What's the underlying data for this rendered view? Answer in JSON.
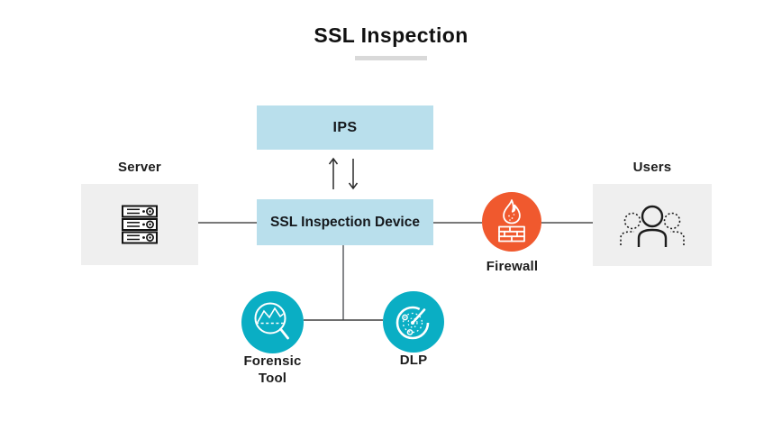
{
  "title": "SSL Inspection",
  "nodes": {
    "ips": {
      "label": "IPS"
    },
    "ssl_device": {
      "label": "SSL Inspection Device"
    },
    "server": {
      "label": "Server"
    },
    "users": {
      "label": "Users"
    },
    "firewall": {
      "label": "Firewall"
    },
    "forensic_tool": {
      "label_line1": "Forensic",
      "label_line2": "Tool"
    },
    "dlp": {
      "label": "DLP"
    }
  },
  "icons": {
    "server": "server-rack-icon",
    "users": "user-group-icon",
    "firewall": "flame-over-brick-wall-icon",
    "forensic_tool": "magnifier-over-chart-icon",
    "dlp": "radar-scan-icon"
  },
  "colors": {
    "node_fill_blue": "#b9dfec",
    "panel_gray": "#efefef",
    "badge_teal": "#0aaec4",
    "badge_orange": "#f0592e",
    "connector_dark": "#4d4d4d",
    "connector_light": "#85878a",
    "title_underline": "#d9d9d9",
    "text": "#1c1c1c"
  }
}
